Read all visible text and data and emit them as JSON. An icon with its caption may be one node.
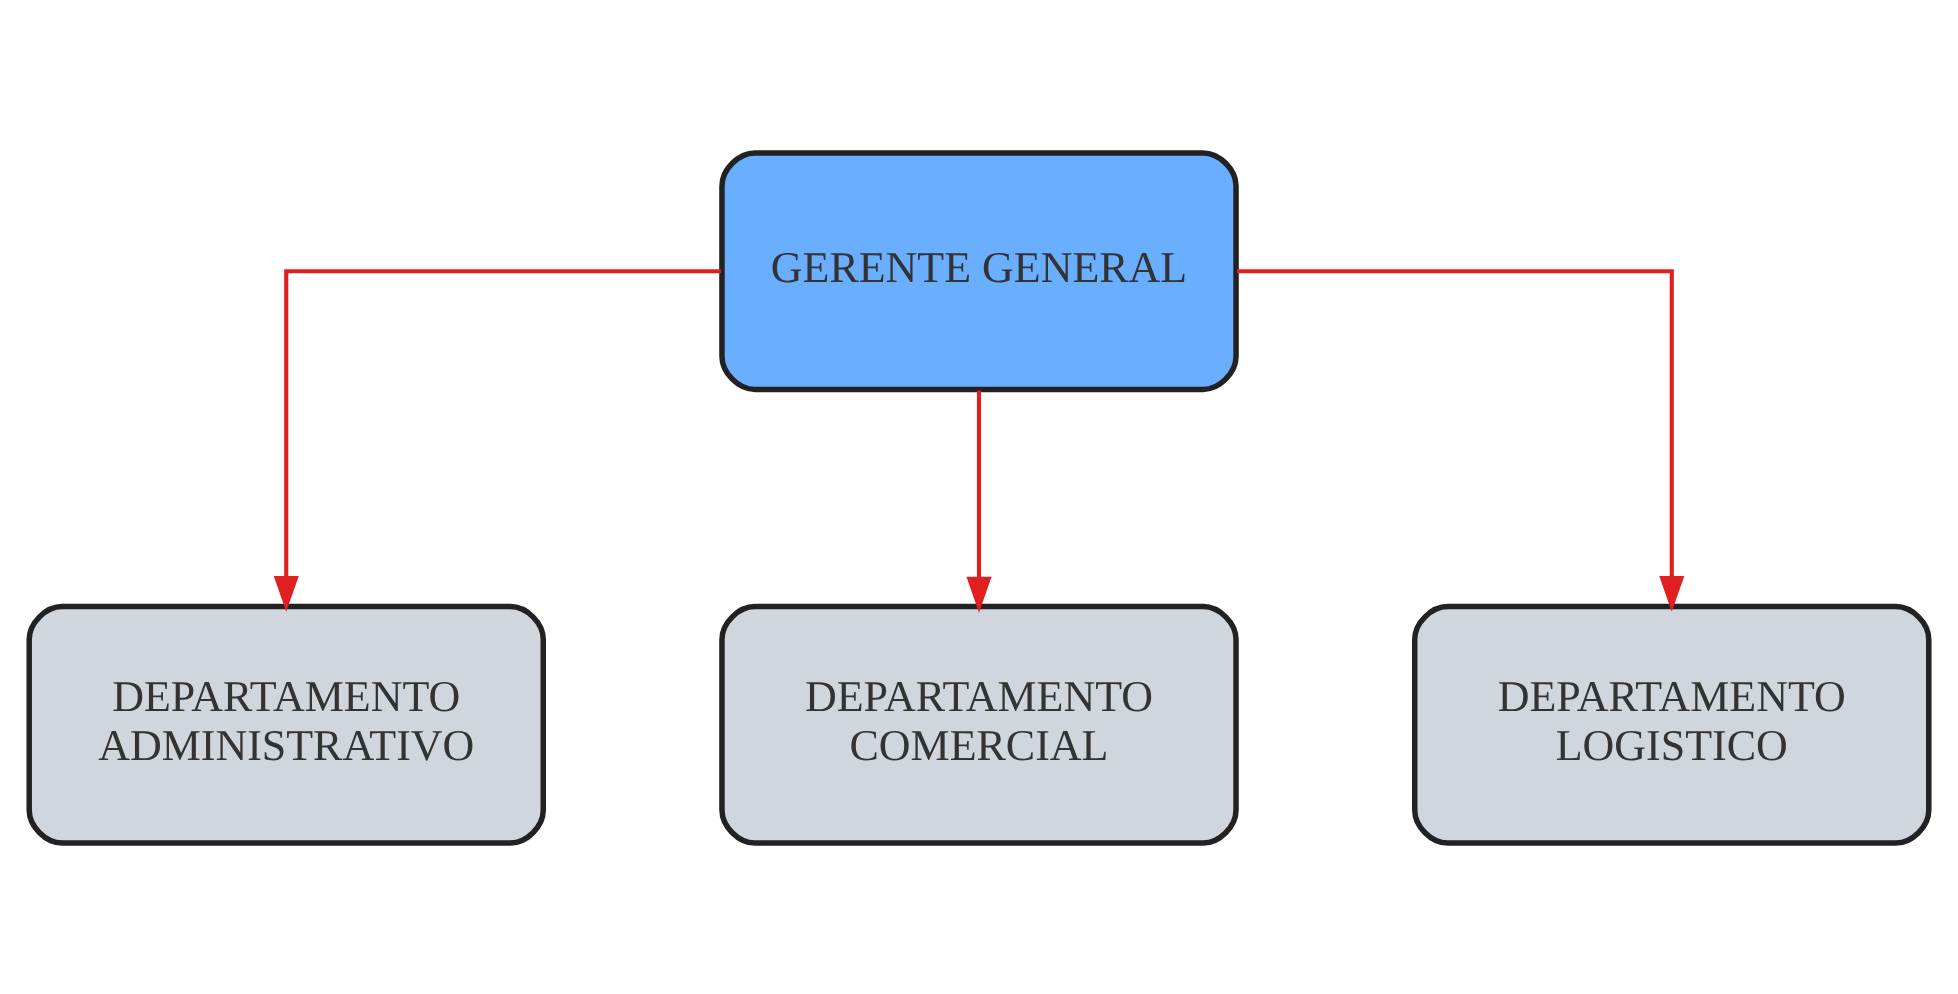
{
  "diagram": {
    "nodes": [
      {
        "text": [
          "GERENTE GENERAL"
        ]
      },
      {
        "text": [
          "DEPARTAMENTO ADMINISTRATIVO"
        ]
      },
      {
        "text": [
          "DEPARTAMENTO COMERCIAL"
        ]
      },
      {
        "text": [
          "DEPARTAMENTO LOGISTICO"
        ]
      }
    ],
    "edges": [
      {
        "from": 0,
        "to": 1,
        "arrow": "to"
      },
      {
        "from": 0,
        "to": 2,
        "arrow": "to"
      },
      {
        "from": 0,
        "to": 3,
        "arrow": "to"
      }
    ]
  }
}
